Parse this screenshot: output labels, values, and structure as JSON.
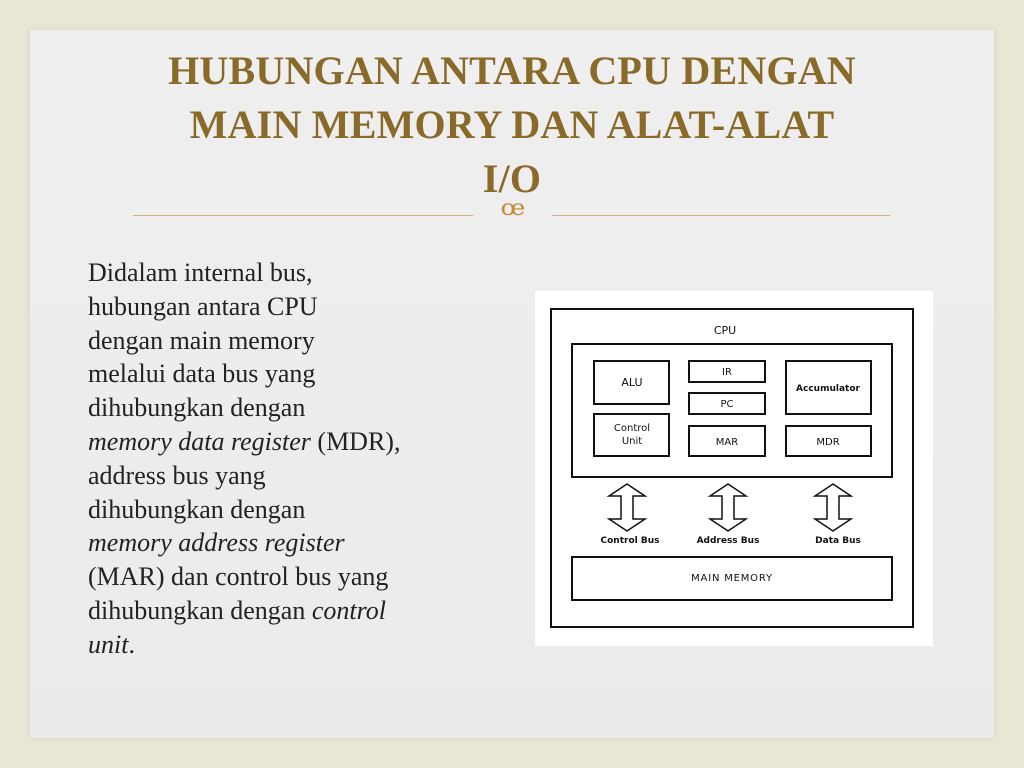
{
  "slide": {
    "title_lines": [
      "HUBUNGAN ANTARA CPU DENGAN",
      "MAIN MEMORY DAN ALAT-ALAT",
      "I/O"
    ],
    "ornament": "ꟹ",
    "body": {
      "segments": [
        {
          "text": "Didalam internal bus,\nhubungan antara CPU\ndengan main memory\nmelalui data bus yang\ndihubungkan dengan\n",
          "italic": false
        },
        {
          "text": "memory data register",
          "italic": true
        },
        {
          "text": " (MDR),\naddress bus yang\ndihubungkan  dengan\n",
          "italic": false
        },
        {
          "text": "memory address register",
          "italic": true
        },
        {
          "text": "\n(MAR) dan control bus yang\ndihubungkan dengan ",
          "italic": false
        },
        {
          "text": "control\nunit",
          "italic": true
        },
        {
          "text": ".",
          "italic": false
        }
      ]
    }
  },
  "diagram": {
    "cpu_label": "CPU",
    "alu": "ALU",
    "ir": "IR",
    "pc": "PC",
    "accumulator": "Accumulator",
    "control_unit_line1": "Control",
    "control_unit_line2": "Unit",
    "mar": "MAR",
    "mdr": "MDR",
    "control_bus": "Control Bus",
    "address_bus": "Address Bus",
    "data_bus": "Data Bus",
    "main_memory": "MAIN MEMORY"
  },
  "colors": {
    "title": "#8a6a28",
    "accent_line": "#d7b172",
    "ornament": "#c88a3a",
    "body_text": "#222222",
    "page_background": "#e8e6d4",
    "slide_background": "#eeeeee"
  }
}
